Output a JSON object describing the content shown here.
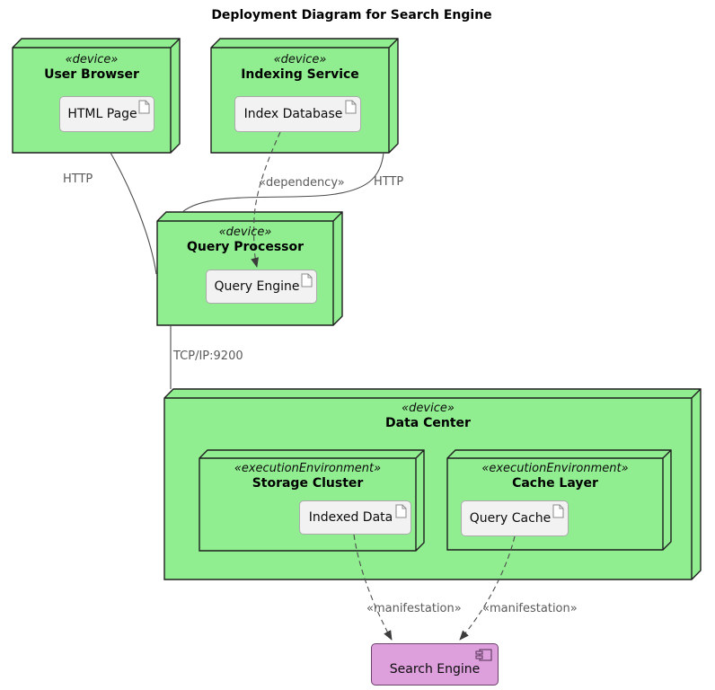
{
  "title": "Deployment Diagram for Search Engine",
  "colors": {
    "node_fill": "#90EE90",
    "node_border": "#1f1f1f",
    "artifact_fill": "#f2f2f2",
    "artifact_border": "#ababab",
    "component_fill": "#DDA0DD",
    "component_border": "#694269",
    "edge_line": "#4c4c4c",
    "edge_label_text": "#5a5a5a"
  },
  "icons": {
    "artifact_badge": "file-icon",
    "component_badge": "component-icon"
  },
  "nodes": {
    "user_browser": {
      "stereotype": "«device»",
      "name": "User Browser",
      "artifact": "HTML Page"
    },
    "indexing_service": {
      "stereotype": "«device»",
      "name": "Indexing Service",
      "artifact": "Index Database"
    },
    "query_processor": {
      "stereotype": "«device»",
      "name": "Query Processor",
      "artifact": "Query Engine"
    },
    "data_center": {
      "stereotype": "«device»",
      "name": "Data Center",
      "children": {
        "storage_cluster": {
          "stereotype": "«executionEnvironment»",
          "name": "Storage Cluster",
          "artifact": "Indexed Data"
        },
        "cache_layer": {
          "stereotype": "«executionEnvironment»",
          "name": "Cache Layer",
          "artifact": "Query Cache"
        }
      }
    }
  },
  "component": {
    "name": "Search Engine"
  },
  "edges": {
    "user_browser_to_query_processor": {
      "label": "HTTP",
      "style": "solid"
    },
    "indexing_service_to_query_processor": {
      "label": "HTTP",
      "style": "solid"
    },
    "index_database_to_query_engine": {
      "label": "«dependency»",
      "style": "dashed-arrow"
    },
    "query_processor_to_data_center": {
      "label": "TCP/IP:9200",
      "style": "solid"
    },
    "indexed_data_to_search_engine": {
      "label": "«manifestation»",
      "style": "dashed-arrow"
    },
    "query_cache_to_search_engine": {
      "label": "«manifestation»",
      "style": "dashed-arrow"
    }
  }
}
